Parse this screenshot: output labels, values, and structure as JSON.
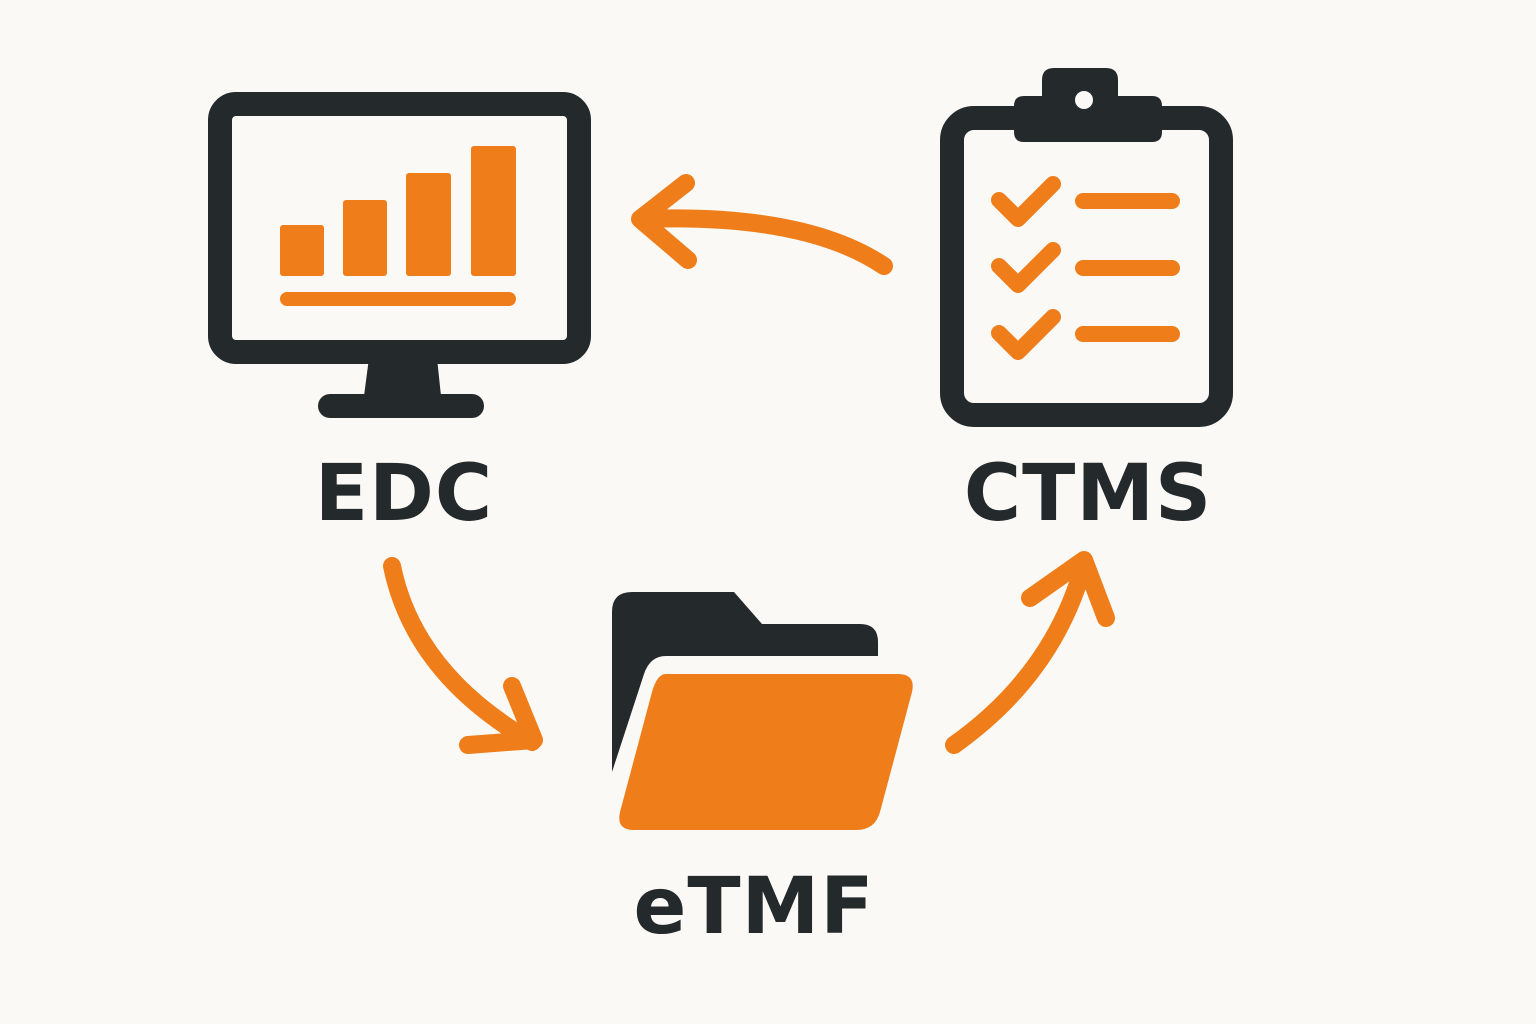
{
  "colors": {
    "dark": "#24292c",
    "accent": "#ef7d1a",
    "background": "#fbf9f5"
  },
  "nodes": {
    "edc": {
      "label": "EDC",
      "icon": "monitor-bar-chart-icon"
    },
    "ctms": {
      "label": "CTMS",
      "icon": "clipboard-checklist-icon"
    },
    "etmf": {
      "label": "eTMF",
      "icon": "folder-icon"
    }
  },
  "edges": [
    {
      "from": "ctms",
      "to": "edc"
    },
    {
      "from": "edc",
      "to": "etmf"
    },
    {
      "from": "etmf",
      "to": "ctms"
    }
  ]
}
